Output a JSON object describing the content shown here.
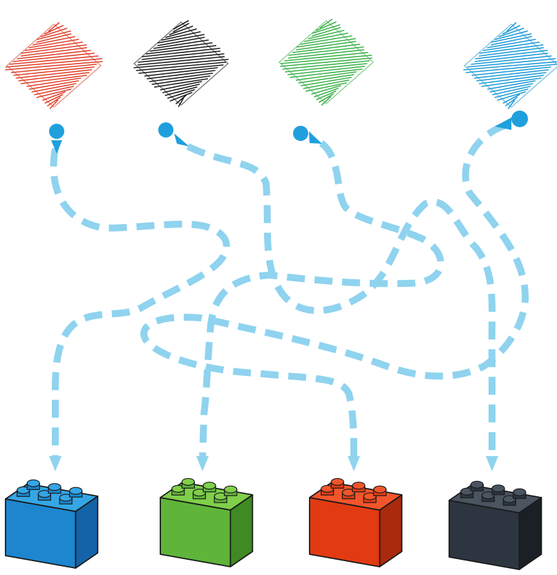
{
  "puzzle": {
    "type": "maze-matching",
    "path_color": "#8fd3ef",
    "start_dot_color": "#1fa0dd",
    "swatches": [
      {
        "name": "red",
        "color": "#e0402a"
      },
      {
        "name": "black",
        "color": "#1b1b1b"
      },
      {
        "name": "green",
        "color": "#3cb14a"
      },
      {
        "name": "blue",
        "color": "#1f9bd7"
      }
    ],
    "bricks": [
      {
        "name": "blue",
        "top": "#34a6e6",
        "front": "#1d86cf",
        "side": "#1463a8"
      },
      {
        "name": "green",
        "top": "#7fcf4a",
        "front": "#5fb53a",
        "side": "#3f8a23"
      },
      {
        "name": "red",
        "top": "#f3552b",
        "front": "#e23a12",
        "side": "#a92a0c"
      },
      {
        "name": "black",
        "top": "#4a5560",
        "front": "#2d3640",
        "side": "#1a2026"
      }
    ]
  }
}
